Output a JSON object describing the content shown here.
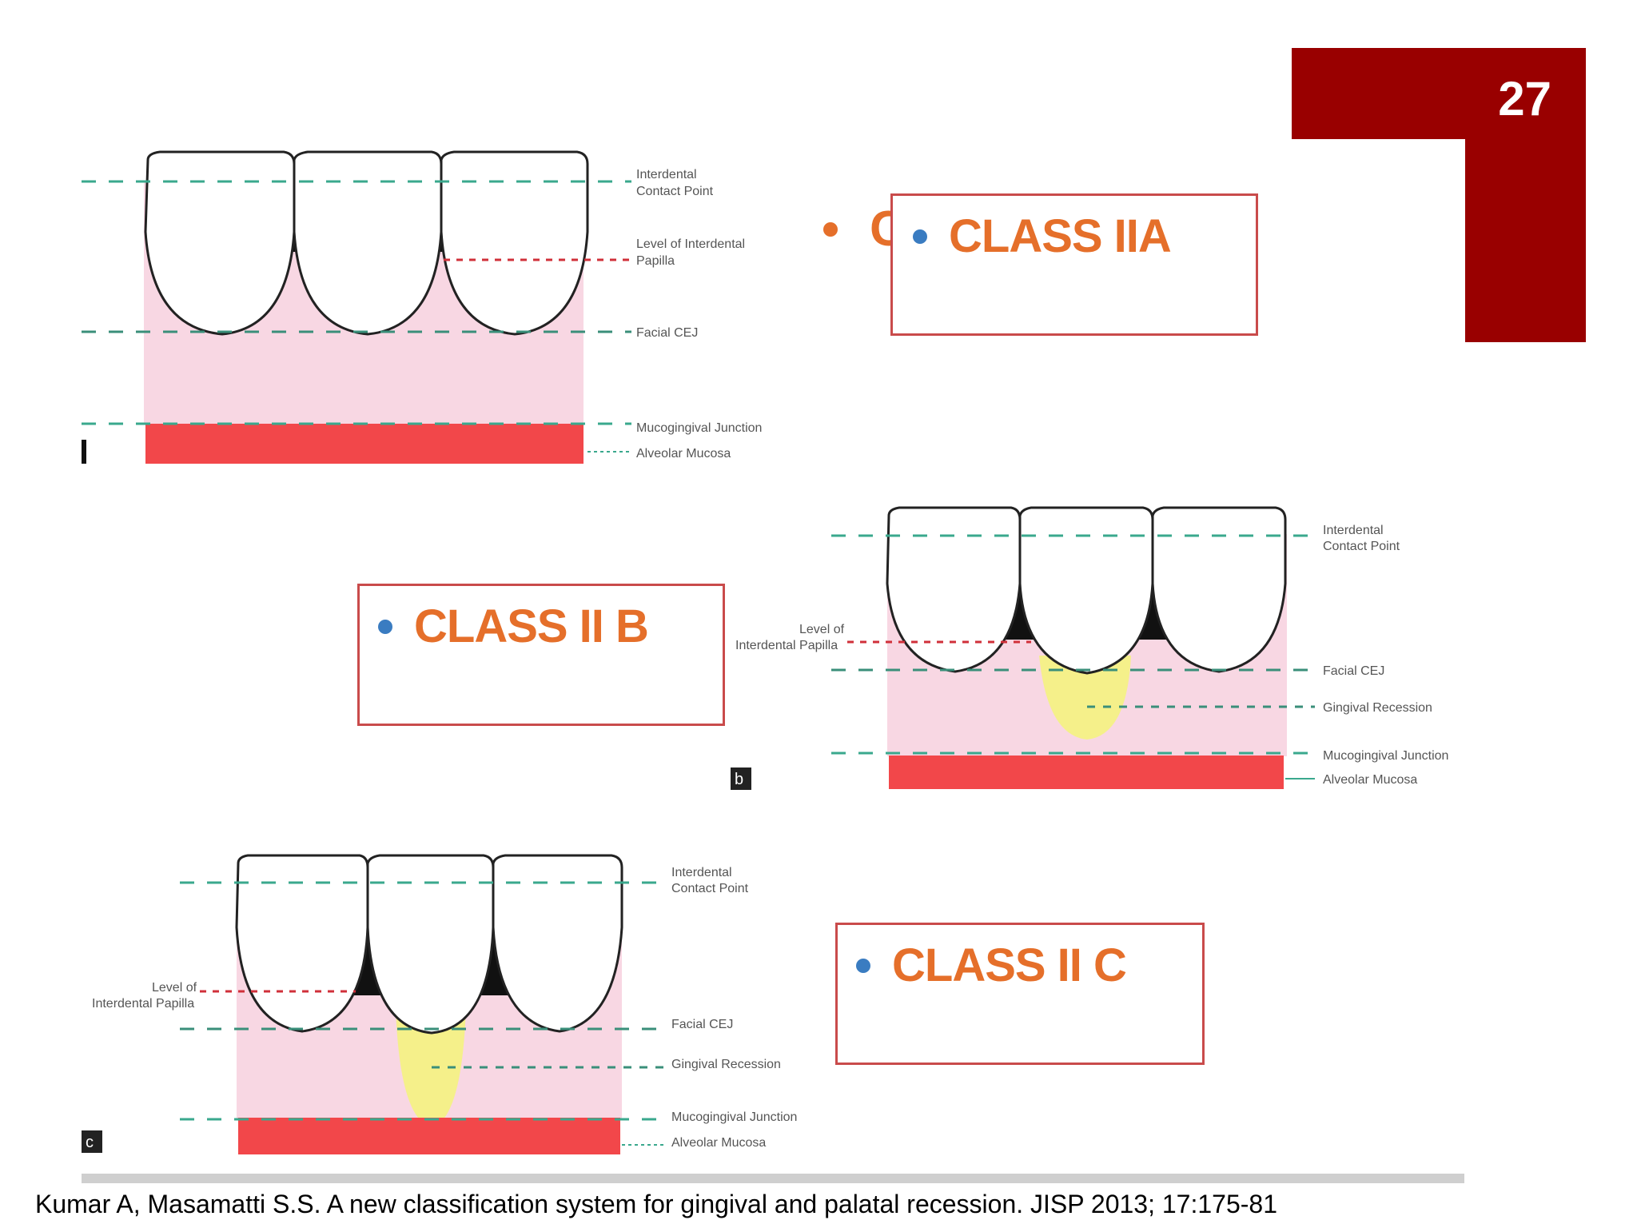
{
  "slide": {
    "number": "27"
  },
  "boxes": {
    "class_iia": "CLASS IIA",
    "class_iib": "CLASS II B",
    "class_iic": "CLASS II C"
  },
  "stray_text": "C",
  "diagrams": {
    "a": {
      "letter": "",
      "labels": [
        "Interdental",
        "Contact Point",
        "Level of Interdental",
        "Papilla",
        "Facial CEJ",
        "Mucogingival Junction",
        "Alveolar Mucosa"
      ]
    },
    "b": {
      "letter": "b",
      "labels": [
        "Interdental",
        "Contact Point",
        "Level of",
        "Interdental Papilla",
        "Facial CEJ",
        "Gingival Recession",
        "Mucogingival Junction",
        "Alveolar Mucosa"
      ]
    },
    "c": {
      "letter": "c",
      "labels": [
        "Interdental",
        "Contact Point",
        "Level of",
        "Interdental Papilla",
        "Facial CEJ",
        "Gingival Recession",
        "Mucogingival Junction",
        "Alveolar Mucosa"
      ]
    }
  },
  "citation": "Kumar A, Masamatti S.S. A new classification system for gingival and palatal recession. JISP 2013; 17:175-81",
  "colors": {
    "accent": "#990000",
    "box_border": "#c94b4b",
    "class_text": "#e56f2a",
    "bullet": "#3a7cc1",
    "gingiva": "#f8d7e3",
    "mucosa": "#f2474a",
    "recession": "#f5f08a"
  }
}
